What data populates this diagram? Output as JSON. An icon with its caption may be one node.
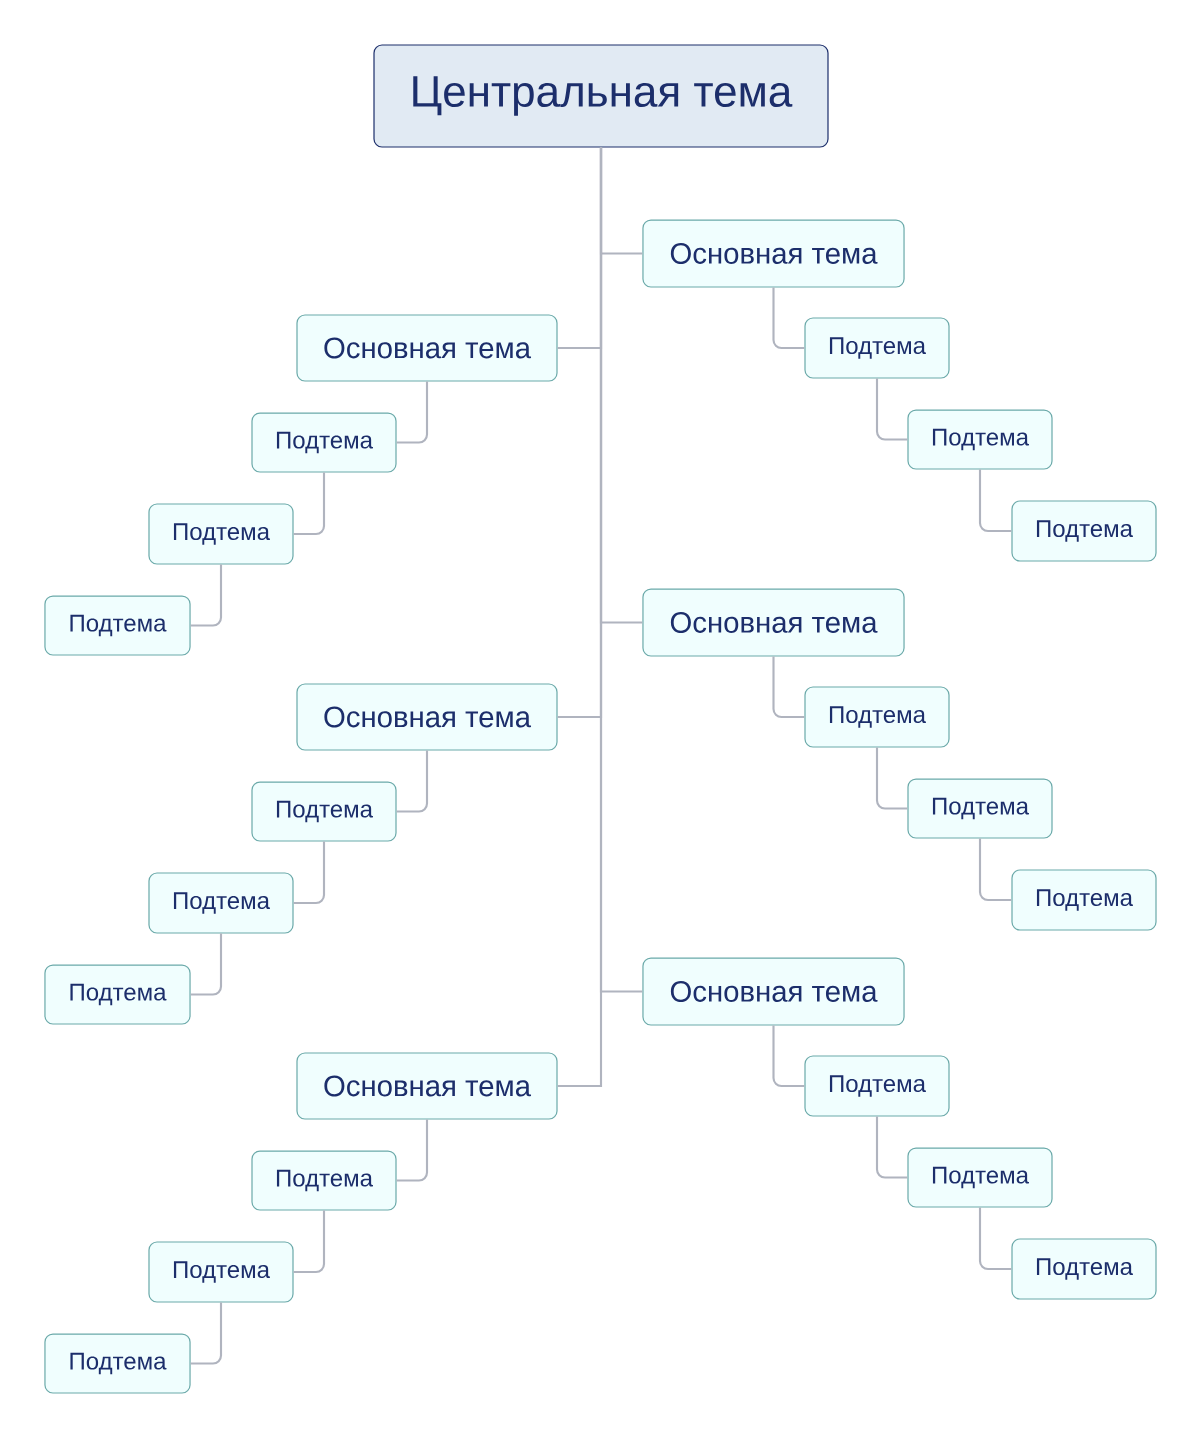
{
  "diagram": {
    "nodes": [
      {
        "text": [
          "Центральная тема"
        ]
      },
      {
        "text": [
          "Основная тема"
        ]
      },
      {
        "text": [
          "Подтема"
        ]
      },
      {
        "text": [
          "Подтема"
        ]
      },
      {
        "text": [
          "Подтема"
        ]
      },
      {
        "text": [
          "Основная тема"
        ]
      },
      {
        "text": [
          "Подтема"
        ]
      },
      {
        "text": [
          "Подтема"
        ]
      },
      {
        "text": [
          "Подтема"
        ]
      },
      {
        "text": [
          "Основная тема"
        ]
      },
      {
        "text": [
          "Подтема"
        ]
      },
      {
        "text": [
          "Подтема"
        ]
      },
      {
        "text": [
          "Подтема"
        ]
      },
      {
        "text": [
          "Основная тема"
        ]
      },
      {
        "text": [
          "Подтема"
        ]
      },
      {
        "text": [
          "Подтема"
        ]
      },
      {
        "text": [
          "Подтема"
        ]
      },
      {
        "text": [
          "Основная тема"
        ]
      },
      {
        "text": [
          "Подтема"
        ]
      },
      {
        "text": [
          "Подтема"
        ]
      },
      {
        "text": [
          "Подтема"
        ]
      },
      {
        "text": [
          "Основная тема"
        ]
      },
      {
        "text": [
          "Подтема"
        ]
      },
      {
        "text": [
          "Подтема"
        ]
      },
      {
        "text": [
          "Подтема"
        ]
      }
    ],
    "edges": [
      {
        "from": 0,
        "to": 1,
        "arrow": "none"
      },
      {
        "from": 1,
        "to": 2,
        "arrow": "none"
      },
      {
        "from": 2,
        "to": 3,
        "arrow": "none"
      },
      {
        "from": 3,
        "to": 4,
        "arrow": "none"
      },
      {
        "from": 0,
        "to": 5,
        "arrow": "none"
      },
      {
        "from": 5,
        "to": 6,
        "arrow": "none"
      },
      {
        "from": 6,
        "to": 7,
        "arrow": "none"
      },
      {
        "from": 7,
        "to": 8,
        "arrow": "none"
      },
      {
        "from": 0,
        "to": 9,
        "arrow": "none"
      },
      {
        "from": 9,
        "to": 10,
        "arrow": "none"
      },
      {
        "from": 10,
        "to": 11,
        "arrow": "none"
      },
      {
        "from": 11,
        "to": 12,
        "arrow": "none"
      },
      {
        "from": 0,
        "to": 13,
        "arrow": "none"
      },
      {
        "from": 13,
        "to": 14,
        "arrow": "none"
      },
      {
        "from": 14,
        "to": 15,
        "arrow": "none"
      },
      {
        "from": 15,
        "to": 16,
        "arrow": "none"
      },
      {
        "from": 0,
        "to": 17,
        "arrow": "none"
      },
      {
        "from": 17,
        "to": 18,
        "arrow": "none"
      },
      {
        "from": 18,
        "to": 19,
        "arrow": "none"
      },
      {
        "from": 19,
        "to": 20,
        "arrow": "none"
      },
      {
        "from": 0,
        "to": 21,
        "arrow": "none"
      },
      {
        "from": 21,
        "to": 22,
        "arrow": "none"
      },
      {
        "from": 22,
        "to": 23,
        "arrow": "none"
      },
      {
        "from": 23,
        "to": 24,
        "arrow": "none"
      }
    ]
  }
}
